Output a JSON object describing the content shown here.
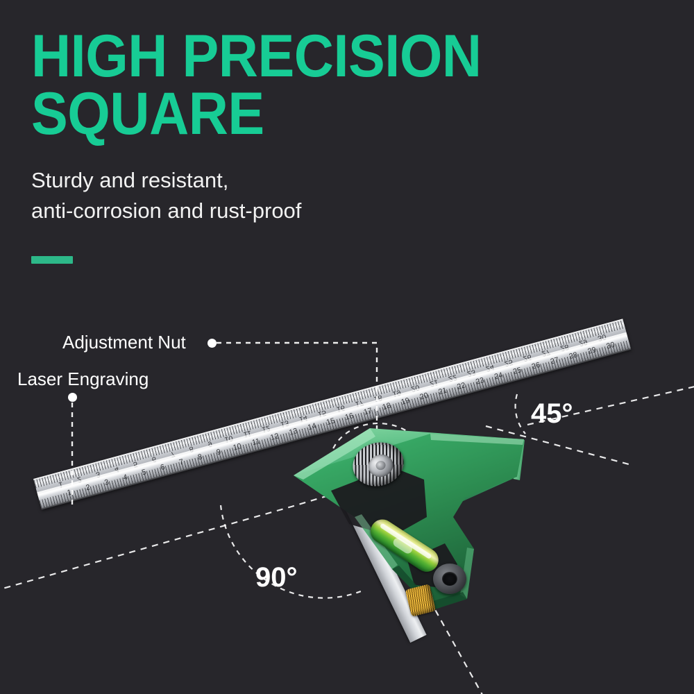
{
  "page": {
    "background_color": "#27262b",
    "accent_color": "#17cc95",
    "accent_bar_color": "#2db889",
    "text_color": "#ffffff"
  },
  "hero": {
    "headline": "HIGH PRECISION\nSQUARE",
    "headline_line1": "HIGH PRECISION",
    "headline_line2": "SQUARE",
    "subtitle": "Sturdy and resistant,\nanti-corrosion and rust-proof",
    "subtitle_line1": "Sturdy and resistant,",
    "subtitle_line2": "anti-corrosion and rust-proof"
  },
  "callouts": [
    {
      "id": "adjustment-nut",
      "label": "Adjustment Nut"
    },
    {
      "id": "laser-engraving",
      "label": "Laser Engraving"
    }
  ],
  "angles": [
    {
      "id": "angle-45",
      "label": "45°",
      "value": 45,
      "unit": "degrees"
    },
    {
      "id": "angle-90",
      "label": "90°",
      "value": 90,
      "unit": "degrees"
    }
  ],
  "product": {
    "type": "combination-square",
    "head_color": "#2f8f4f",
    "blade_material": "stainless-steel",
    "level_vial_color": "#9fd23f",
    "ruler_scale_top": [
      1,
      2,
      3,
      4,
      5,
      6,
      7,
      8,
      9,
      10,
      11,
      12,
      13,
      14,
      15,
      16,
      17,
      18,
      19,
      20,
      21,
      22,
      23,
      24,
      25,
      26,
      27,
      28,
      29,
      30
    ],
    "ruler_scale_bottom": [
      1,
      2,
      3,
      4,
      5,
      6,
      7,
      8,
      9,
      10,
      11,
      12,
      13,
      14,
      15,
      16,
      17,
      18,
      19,
      20,
      21,
      22,
      23,
      24,
      25,
      26,
      27,
      28,
      29,
      30
    ]
  },
  "icons": {
    "callout_dot": "dot-marker-icon",
    "dashed_leader": "dashed-leader-line-icon",
    "angle_arc": "angle-arc-icon"
  }
}
